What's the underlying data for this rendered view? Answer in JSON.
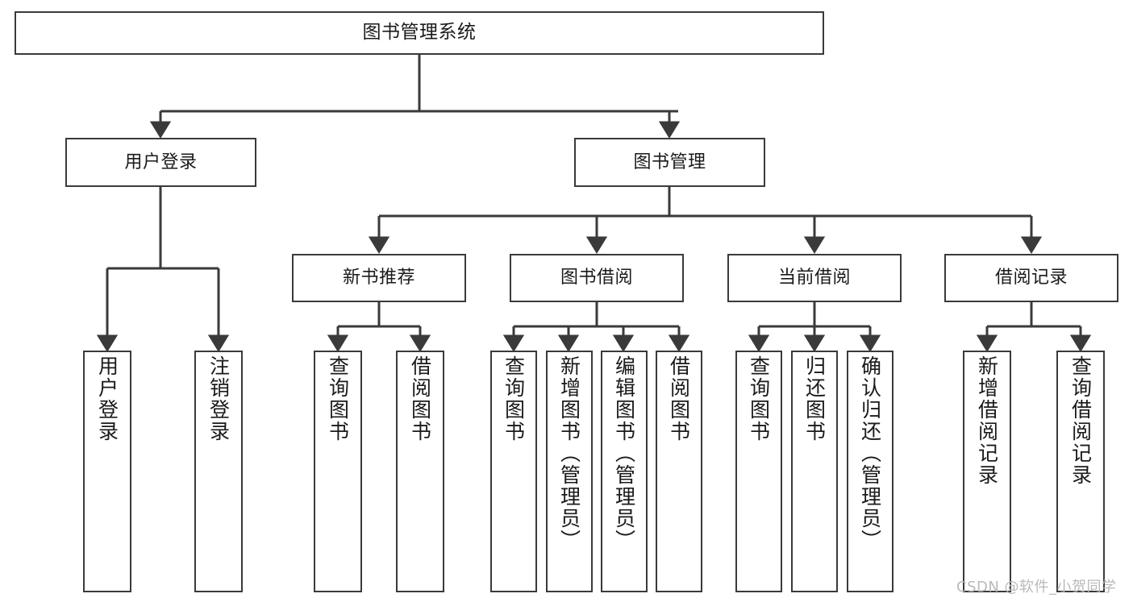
{
  "diagram": {
    "title": "图书管理系统",
    "type": "tree-hierarchy",
    "stroke_color": "#3a3a3a",
    "background": "#ffffff",
    "watermark": "CSDN @软件_小贺同学"
  },
  "nodes": {
    "root": {
      "label": "图书管理系统"
    },
    "level2": [
      {
        "label": "用户登录"
      },
      {
        "label": "图书管理"
      }
    ],
    "level3": [
      {
        "label": "新书推荐"
      },
      {
        "label": "图书借阅"
      },
      {
        "label": "当前借阅"
      },
      {
        "label": "借阅记录"
      }
    ],
    "leaves": {
      "user_login": [
        {
          "label": "用户登录"
        },
        {
          "label": "注销登录"
        }
      ],
      "new_book": [
        {
          "label": "查询图书"
        },
        {
          "label": "借阅图书"
        }
      ],
      "book_borrow": [
        {
          "label": "查询图书"
        },
        {
          "label": "新增图书（管理员）"
        },
        {
          "label": "编辑图书（管理员）"
        },
        {
          "label": "借阅图书"
        }
      ],
      "current_borrow": [
        {
          "label": "查询图书"
        },
        {
          "label": "归还图书"
        },
        {
          "label": "确认归还（管理员）"
        }
      ],
      "borrow_record": [
        {
          "label": "新增借阅记录"
        },
        {
          "label": "查询借阅记录"
        }
      ]
    }
  }
}
